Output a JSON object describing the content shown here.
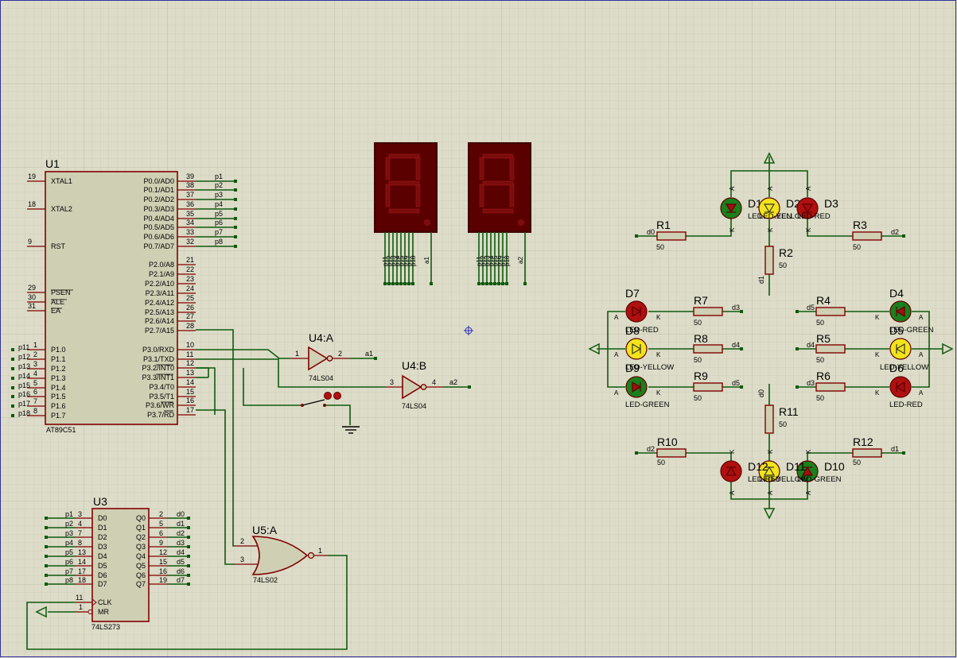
{
  "colors": {
    "background": "#dcdcc8",
    "grid_minor": "#c5c5b0",
    "grid_major": "#b8b8a3",
    "component_outline": "#800000",
    "component_fill": "#cfcfb4",
    "wire": "#0f5a0f",
    "led_red": "#b01010",
    "led_green": "#18801c",
    "led_yellow": "#f2e41a",
    "display_body": "#5a0000",
    "display_segment": "#7a0c0c"
  },
  "u1": {
    "ref": "U1",
    "part": "AT89C51",
    "left_pins": [
      {
        "num": "19",
        "name": "XTAL1"
      },
      {
        "num": "18",
        "name": "XTAL2"
      },
      {
        "num": "9",
        "name": "RST"
      },
      {
        "num": "29",
        "name": "PSEN"
      },
      {
        "num": "30",
        "name": "ALE"
      },
      {
        "num": "31",
        "name": "EA"
      },
      {
        "num": "1",
        "name": "P1.0",
        "net": "p11"
      },
      {
        "num": "2",
        "name": "P1.1",
        "net": "p12"
      },
      {
        "num": "3",
        "name": "P1.2",
        "net": "p13"
      },
      {
        "num": "4",
        "name": "P1.3",
        "net": "p14"
      },
      {
        "num": "5",
        "name": "P1.4",
        "net": "p15"
      },
      {
        "num": "6",
        "name": "P1.5",
        "net": "p16"
      },
      {
        "num": "7",
        "name": "P1.6",
        "net": "p17"
      },
      {
        "num": "8",
        "name": "P1.7",
        "net": "p18"
      }
    ],
    "right_pins": [
      {
        "num": "39",
        "name": "P0.0/AD0",
        "net": "p1"
      },
      {
        "num": "38",
        "name": "P0.1/AD1",
        "net": "p2"
      },
      {
        "num": "37",
        "name": "P0.2/AD2",
        "net": "p3"
      },
      {
        "num": "36",
        "name": "P0.3/AD3",
        "net": "p4"
      },
      {
        "num": "35",
        "name": "P0.4/AD4",
        "net": "p5"
      },
      {
        "num": "34",
        "name": "P0.5/AD5",
        "net": "p6"
      },
      {
        "num": "33",
        "name": "P0.6/AD6",
        "net": "p7"
      },
      {
        "num": "32",
        "name": "P0.7/AD7",
        "net": "p8"
      },
      {
        "num": "21",
        "name": "P2.0/A8"
      },
      {
        "num": "22",
        "name": "P2.1/A9"
      },
      {
        "num": "23",
        "name": "P2.2/A10"
      },
      {
        "num": "24",
        "name": "P2.3/A11"
      },
      {
        "num": "25",
        "name": "P2.4/A12"
      },
      {
        "num": "26",
        "name": "P2.5/A13"
      },
      {
        "num": "27",
        "name": "P2.6/A14"
      },
      {
        "num": "28",
        "name": "P2.7/A15"
      },
      {
        "num": "10",
        "name": "P3.0/RXD"
      },
      {
        "num": "11",
        "name": "P3.1/TXD"
      },
      {
        "num": "12",
        "name": "P3.2/INT0"
      },
      {
        "num": "13",
        "name": "P3.3/INT1"
      },
      {
        "num": "14",
        "name": "P3.4/T0"
      },
      {
        "num": "15",
        "name": "P3.5/T1"
      },
      {
        "num": "16",
        "name": "P3.6/WR"
      },
      {
        "num": "17",
        "name": "P3.7/RD"
      }
    ]
  },
  "u3": {
    "ref": "U3",
    "part": "74LS273",
    "inputs": [
      {
        "net": "p1",
        "num": "3",
        "name": "D0"
      },
      {
        "net": "p2",
        "num": "4",
        "name": "D1"
      },
      {
        "net": "p3",
        "num": "7",
        "name": "D2"
      },
      {
        "net": "p4",
        "num": "8",
        "name": "D3"
      },
      {
        "net": "p5",
        "num": "13",
        "name": "D4"
      },
      {
        "net": "p6",
        "num": "14",
        "name": "D5"
      },
      {
        "net": "p7",
        "num": "17",
        "name": "D6"
      },
      {
        "net": "p8",
        "num": "18",
        "name": "D7"
      }
    ],
    "outputs": [
      {
        "name": "Q0",
        "num": "2",
        "net": "d0"
      },
      {
        "name": "Q1",
        "num": "5",
        "net": "d1"
      },
      {
        "name": "Q2",
        "num": "6",
        "net": "d2"
      },
      {
        "name": "Q3",
        "num": "9",
        "net": "d3"
      },
      {
        "name": "Q4",
        "num": "12",
        "net": "d4"
      },
      {
        "name": "Q5",
        "num": "15",
        "net": "d5"
      },
      {
        "name": "Q6",
        "num": "16",
        "net": "d6"
      },
      {
        "name": "Q7",
        "num": "19",
        "net": "d7"
      }
    ],
    "clk": {
      "num": "11",
      "name": "CLK"
    },
    "mr": {
      "num": "1",
      "name": "MR"
    }
  },
  "u4a": {
    "ref": "U4:A",
    "part": "74LS04",
    "pin_in": "1",
    "pin_out": "2",
    "net_out": "a1"
  },
  "u4b": {
    "ref": "U4:B",
    "part": "74LS04",
    "pin_in": "3",
    "pin_out": "4",
    "net_out": "a2"
  },
  "u5a": {
    "ref": "U5:A",
    "part": "74LS02",
    "pin_in1": "2",
    "pin_in2": "3",
    "pin_out": "1"
  },
  "displays": [
    {
      "pin_labels": [
        "p11",
        "p12",
        "p13",
        "p14",
        "p15",
        "p16",
        "p17",
        "p18"
      ],
      "common": "a1"
    },
    {
      "pin_labels": [
        "p11",
        "p12",
        "p13",
        "p14",
        "p15",
        "p16",
        "p17",
        "p18"
      ],
      "common": "a2"
    }
  ],
  "leds": [
    {
      "ref": "D1",
      "type": "LED-GREEN"
    },
    {
      "ref": "D2",
      "type": "LED-YELLOW"
    },
    {
      "ref": "D3",
      "type": "LED-RED"
    },
    {
      "ref": "D4",
      "type": "LED-GREEN"
    },
    {
      "ref": "D5",
      "type": "LED-YELLOW"
    },
    {
      "ref": "D6",
      "type": "LED-RED"
    },
    {
      "ref": "D7",
      "type": "LED-RED"
    },
    {
      "ref": "D8",
      "type": "LED-YELLOW"
    },
    {
      "ref": "D9",
      "type": "LED-GREEN"
    },
    {
      "ref": "D10",
      "type": "LED-GREEN"
    },
    {
      "ref": "D11",
      "type": "LED-YELLOW"
    },
    {
      "ref": "D12",
      "type": "LED-RED"
    }
  ],
  "resistors": [
    {
      "ref": "R1",
      "value": "50",
      "net": "d0"
    },
    {
      "ref": "R2",
      "value": "50",
      "net": "d1"
    },
    {
      "ref": "R3",
      "value": "50",
      "net": "d2"
    },
    {
      "ref": "R4",
      "value": "50",
      "net": "d5"
    },
    {
      "ref": "R5",
      "value": "50",
      "net": "d4"
    },
    {
      "ref": "R6",
      "value": "50",
      "net": "d3"
    },
    {
      "ref": "R7",
      "value": "50",
      "net": "d3"
    },
    {
      "ref": "R8",
      "value": "50",
      "net": "d4"
    },
    {
      "ref": "R9",
      "value": "50",
      "net": "d5"
    },
    {
      "ref": "R10",
      "value": "50",
      "net": "d2"
    },
    {
      "ref": "R11",
      "value": "50",
      "net": "d0"
    },
    {
      "ref": "R12",
      "value": "50",
      "net": "d1"
    }
  ],
  "terminal_letters": {
    "anode": "A",
    "cathode": "K"
  }
}
